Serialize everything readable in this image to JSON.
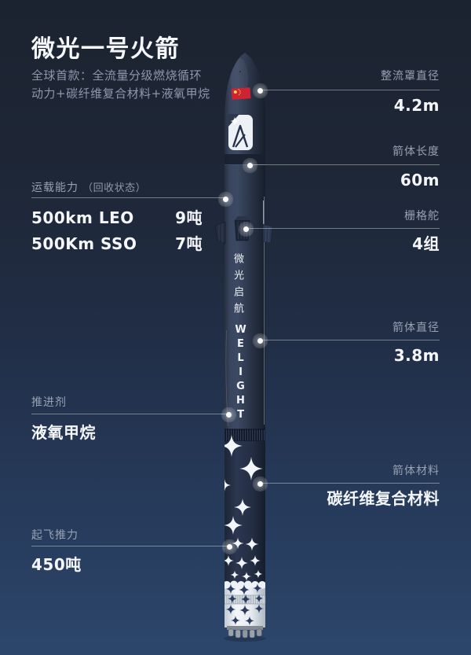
{
  "header": {
    "title": "微光一号火箭",
    "subtitle_line1": "全球首款：全流量分级燃烧循环",
    "subtitle_line2": "动力+碳纤维复合材料+液氧甲烷"
  },
  "left": {
    "payload": {
      "label": "运载能力",
      "note": "（回收状态）",
      "rows": [
        {
          "name": "500km LEO",
          "value": "9吨"
        },
        {
          "name": "500Km SSO",
          "value": "7吨"
        }
      ]
    },
    "propellant": {
      "label": "推进剂",
      "value": "液氧甲烷"
    },
    "thrust": {
      "label": "起飞推力",
      "value": "450吨"
    }
  },
  "right": [
    {
      "label": "整流罩直径",
      "value": "4.2m"
    },
    {
      "label": "箭体长度",
      "value": "60m"
    },
    {
      "label": "栅格舵",
      "value": "4组"
    },
    {
      "label": "箭体直径",
      "value": "3.8m"
    },
    {
      "label": "箭体材料",
      "value": "碳纤维复合材料"
    }
  ],
  "rocket": {
    "brand_cn": "微光启航",
    "brand_en": "WELIGHT",
    "flag_icon": "china-flag",
    "logo_icon": "welight-badge"
  },
  "colors": {
    "background_top": "#1c2330",
    "background_bottom": "#2c466b",
    "flag_red": "#cf2333",
    "text_primary": "#f4f6f9",
    "text_secondary": "#97a1b1"
  }
}
